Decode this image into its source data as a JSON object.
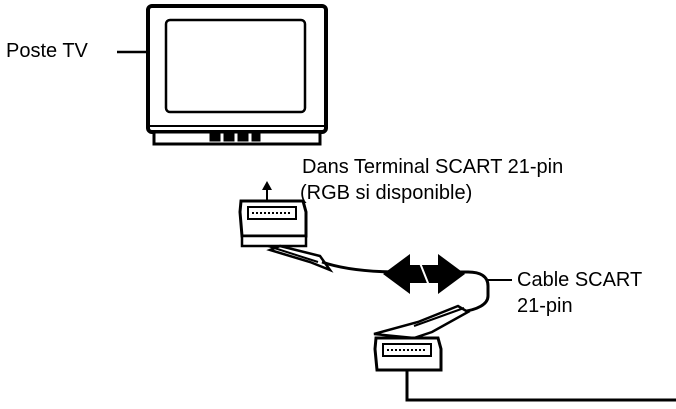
{
  "labels": {
    "tv": "Poste TV",
    "terminal_line1": "Dans Terminal SCART 21-pin",
    "terminal_line2": "(RGB si disponible)",
    "cable_line1": "Cable SCART",
    "cable_line2": "21-pin"
  },
  "colors": {
    "ink": "#000000",
    "background": "#ffffff"
  }
}
